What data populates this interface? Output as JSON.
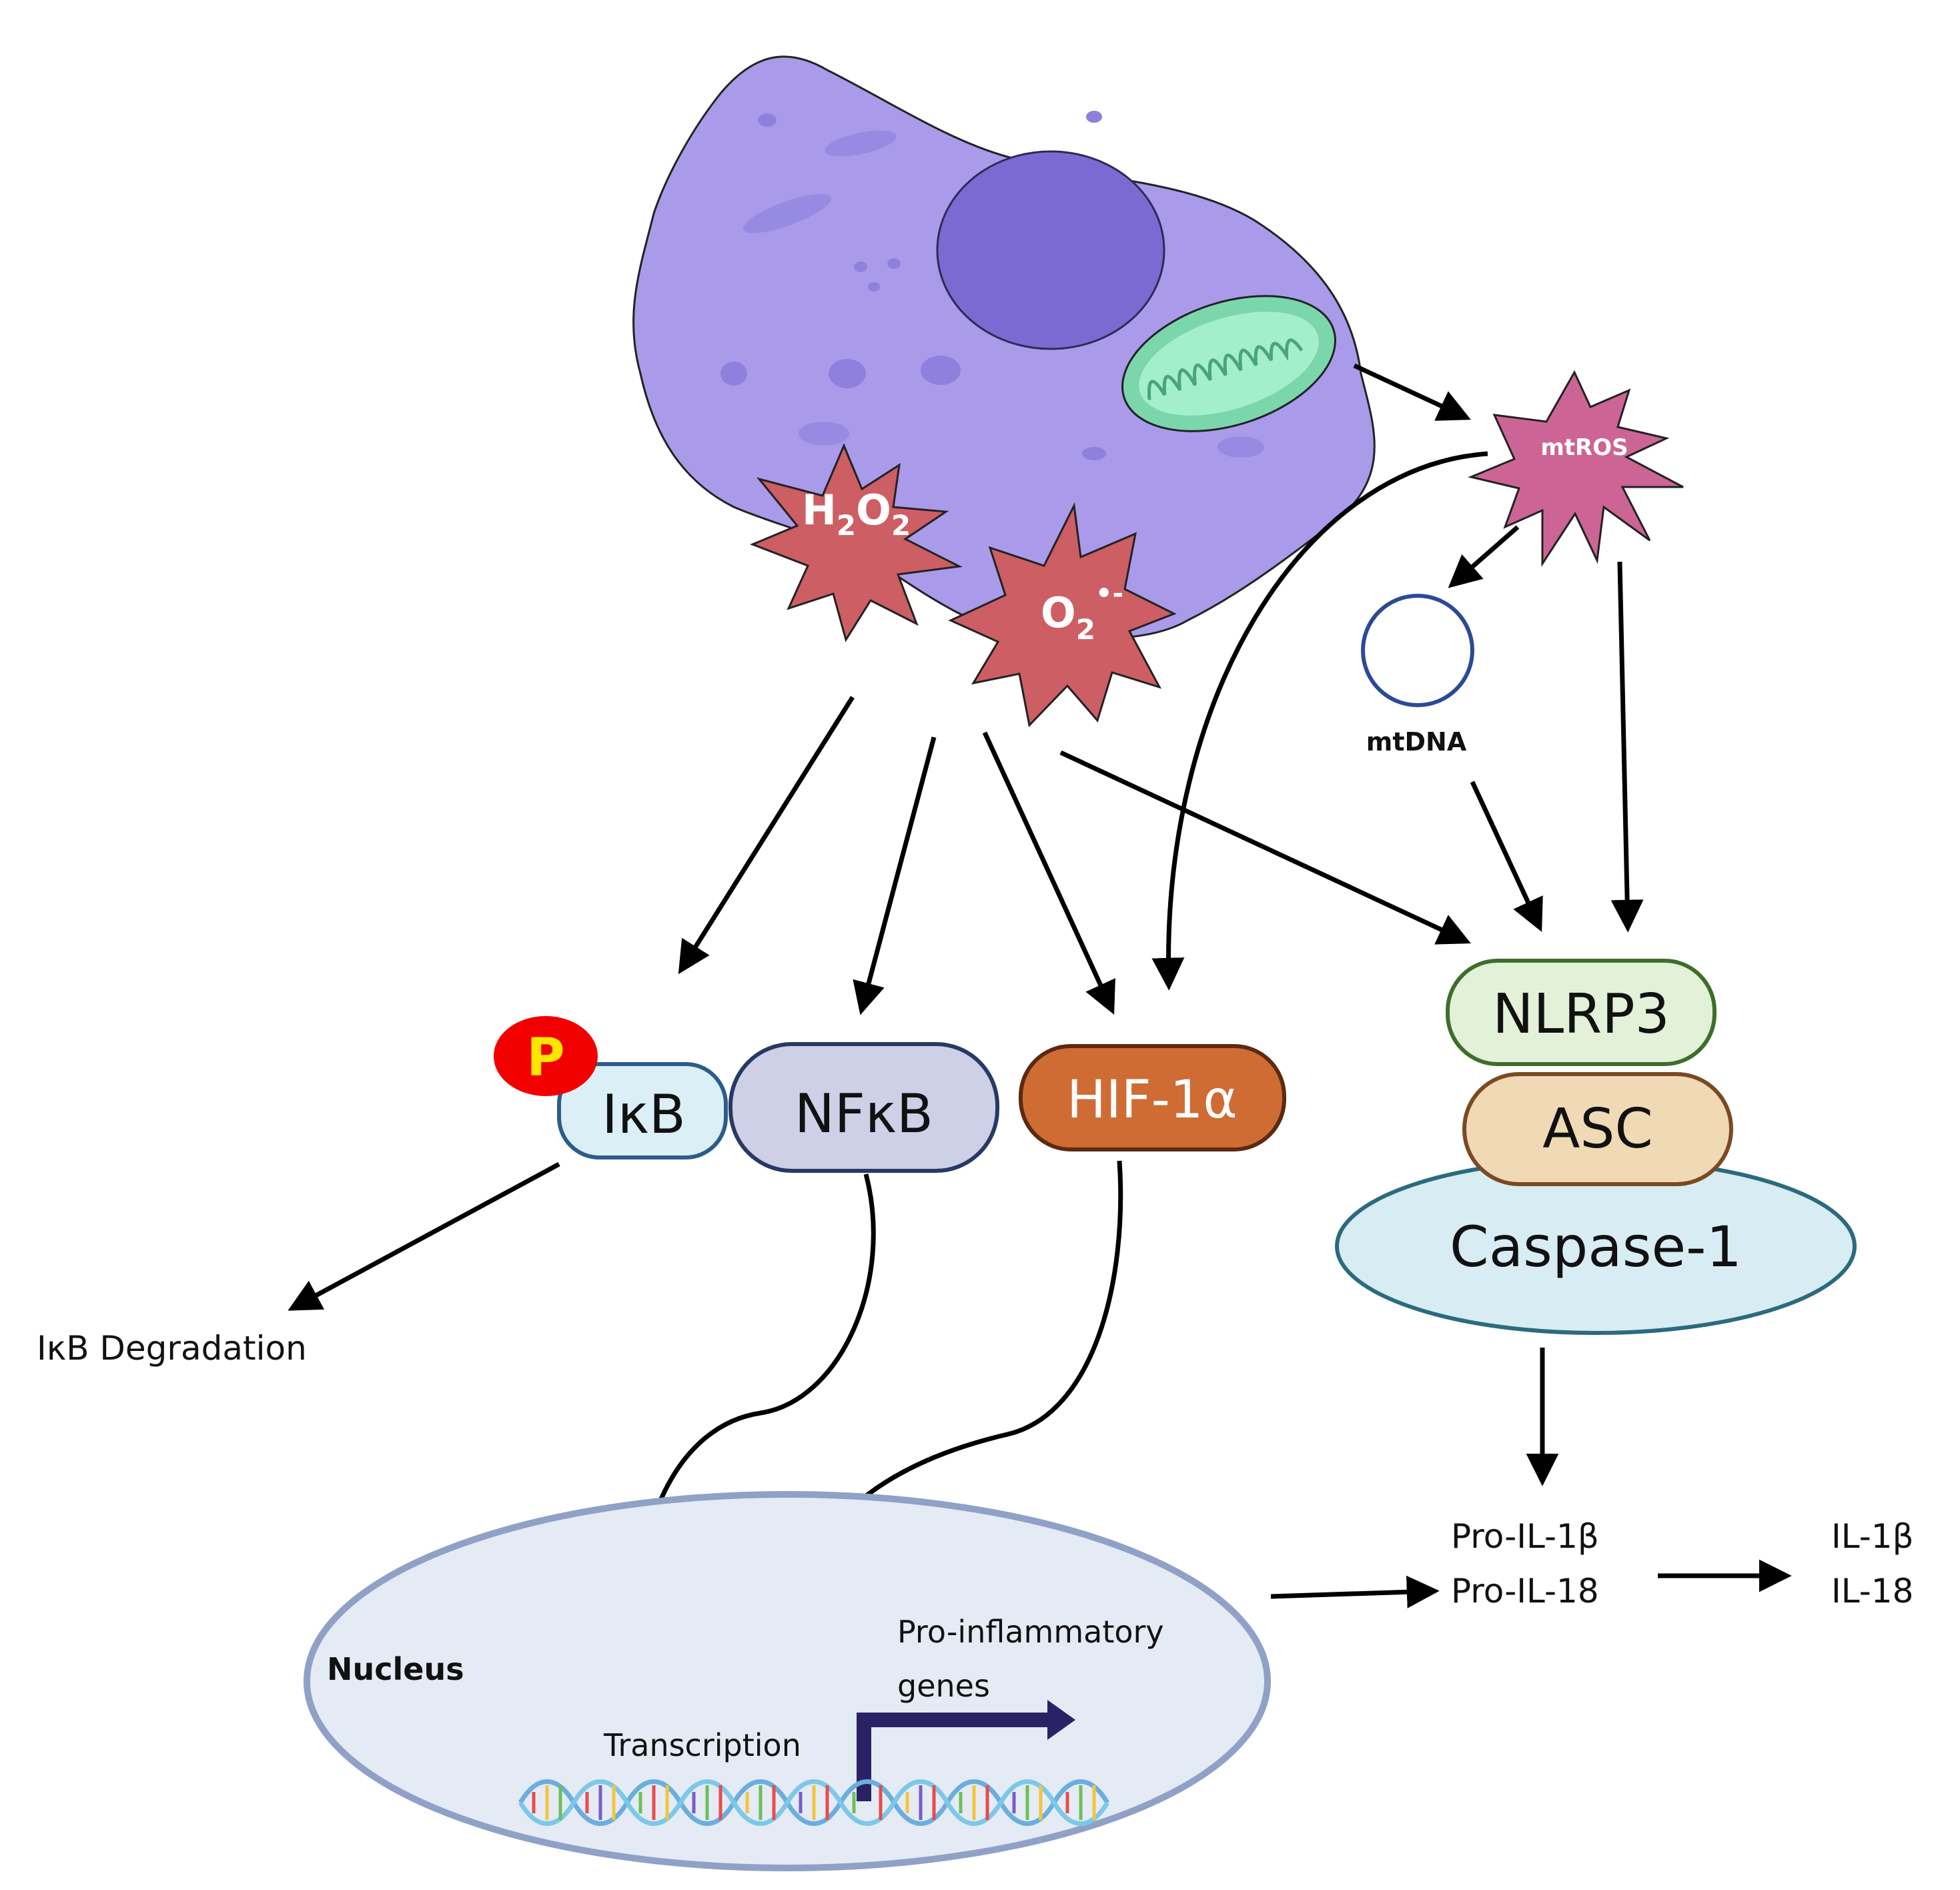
{
  "cell": {
    "h2o2_main": "H",
    "h2o2_sub1": "2",
    "h2o2_o": "O",
    "h2o2_sub2": "2",
    "superoxide_main": "O",
    "superoxide_sub": "2",
    "superoxide_sup": "•-"
  },
  "mitochondria": {
    "mtros_label": "mtROS",
    "mtdna_label": "mtDNA"
  },
  "complexes": {
    "phospho_label": "P",
    "ikb_label": "IκB",
    "nfkb_label": "NFκB",
    "hif_label": "HIF-1α"
  },
  "inflammasome": {
    "nlrp3_label": "NLRP3",
    "asc_label": "ASC",
    "caspase_label": "Caspase-1"
  },
  "outputs": {
    "ikb_degradation": "IκB Degradation",
    "pro_il1b": "Pro-IL-1β",
    "pro_il18": "Pro-IL-18",
    "il1b": "IL-1β",
    "il18": "IL-18"
  },
  "nucleus": {
    "label": "Nucleus",
    "transcription_label": "Transcription",
    "genes_line1": "Pro-inflammatory",
    "genes_line2": "genes"
  },
  "colors": {
    "cell_fill": "#a99bea",
    "nucleus_fill": "#7b6ad2",
    "ros_star": "#cd5e63",
    "mtros_star": "#cc6595",
    "mito_fill": "#99e6c3",
    "nfkb_fill": "#cdd0e6",
    "hif_fill": "#cf6c34",
    "nlrp3_fill": "#e3f1d8",
    "asc_fill": "#f0d9b5",
    "caspase_fill": "#d7edf3",
    "nucleus_ellipse_fill": "#e5ebf4",
    "phospho_fill": "#f20000",
    "phospho_text": "#ffe600"
  }
}
